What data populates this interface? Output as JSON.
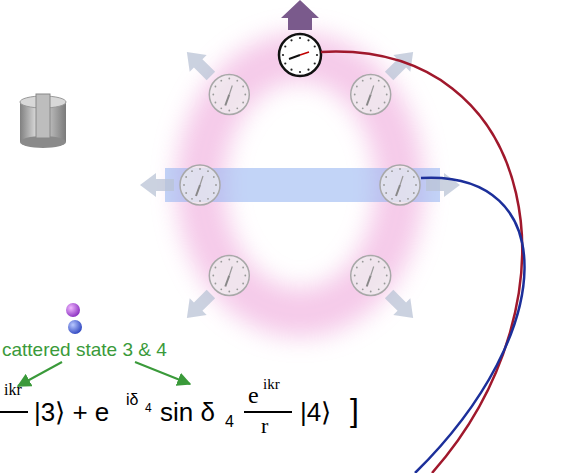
{
  "diagram": {
    "labels": [
      "cattered state 3 & 4",
      "ikr",
      "|3⟩ + e",
      "iδ",
      "4",
      "sin δ",
      "4",
      "e",
      "ikr",
      "r",
      "|4⟩",
      "]"
    ]
  }
}
